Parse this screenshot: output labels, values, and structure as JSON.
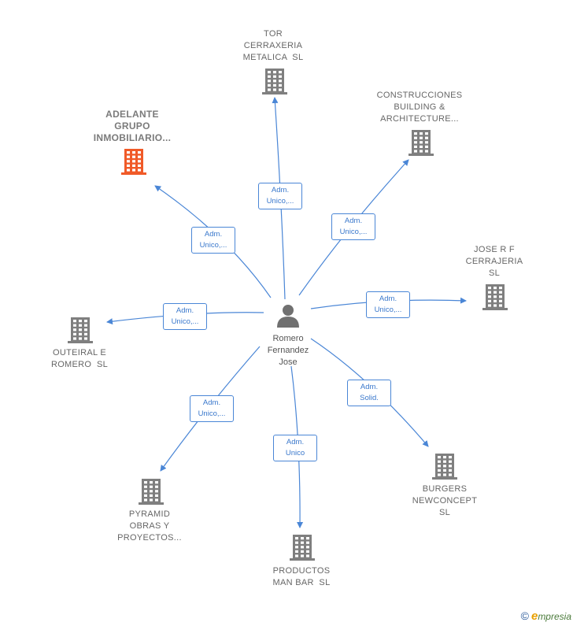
{
  "center": {
    "name": "Romero\nFernandez\nJose",
    "icon": "person-icon"
  },
  "colors": {
    "edge": "#4a86d6",
    "building": "#7f7f7f",
    "highlight": "#f05a28"
  },
  "nodes": [
    {
      "id": "tor",
      "label": "TOR\nCERRAXERIA\nMETALICA  SL",
      "icon": "building-icon",
      "edge_label": "Adm.\nUnico,..."
    },
    {
      "id": "construcciones",
      "label": "CONSTRUCCIONES\nBUILDING &\nARCHITECTURE...",
      "icon": "building-icon",
      "edge_label": "Adm.\nUnico,..."
    },
    {
      "id": "adelante",
      "label": "ADELANTE\nGRUPO\nINMOBILIARIO...",
      "icon": "building-icon",
      "highlight": true,
      "edge_label": "Adm.\nUnico,..."
    },
    {
      "id": "jose_rf",
      "label": "JOSE R F\nCERRAJERIA\nSL",
      "icon": "building-icon",
      "edge_label": "Adm.\nUnico,..."
    },
    {
      "id": "outeiral",
      "label": "OUTEIRAL E\nROMERO  SL",
      "icon": "building-icon",
      "edge_label": "Adm.\nUnico,..."
    },
    {
      "id": "burgers",
      "label": "BURGERS\nNEWCONCEPT\nSL",
      "icon": "building-icon",
      "edge_label": "Adm.\nSolid."
    },
    {
      "id": "pyramid",
      "label": "PYRAMID\nOBRAS Y\nPROYECTOS...",
      "icon": "building-icon",
      "edge_label": "Adm.\nUnico,..."
    },
    {
      "id": "productos",
      "label": "PRODUCTOS\nMAN BAR  SL",
      "icon": "building-icon",
      "edge_label": "Adm.\nUnico"
    }
  ],
  "footer": {
    "copyright": "©",
    "brand_initial": "e",
    "brand_rest": "mpresia"
  }
}
